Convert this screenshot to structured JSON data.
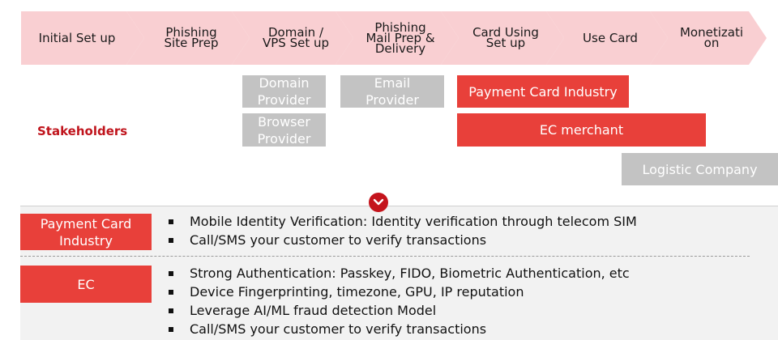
{
  "process_steps": [
    "Initial Set up",
    "Phishing\nSite Prep",
    "Domain /\nVPS Set up",
    "Phishing\nMail Prep &\nDelivery",
    "Card Using\nSet up",
    "Use Card",
    "Monetizati\non"
  ],
  "stakeholders_label": "Stakeholders",
  "stakeholders": {
    "domain_provider": "Domain\nProvider",
    "browser_provider": "Browser\nProvider",
    "email_provider": "Email\nProvider",
    "payment_card_industry": "Payment Card Industry",
    "ec_merchant": "EC merchant",
    "logistic_company": "Logistic Company"
  },
  "countermeasures": {
    "payment_card": {
      "label": "Payment Card\nIndustry",
      "items": [
        "Mobile Identity Verification: Identity verification through telecom SIM",
        "Call/SMS your customer to verify transactions"
      ]
    },
    "ec": {
      "label": "EC",
      "items": [
        "Strong Authentication: Passkey, FIDO, Biometric Authentication, etc",
        "Device Fingerprinting, timezone, GPU, IP reputation",
        "Leverage AI/ML fraud detection Model",
        "Call/SMS your customer to verify transactions"
      ]
    }
  },
  "colors": {
    "chevron": "#f9cfd2",
    "accent_red": "#e8403a",
    "stakeholder_text": "#c0141c",
    "gray_box": "#c3c3c3"
  },
  "icons": {
    "badge": "chevron-down-icon"
  }
}
